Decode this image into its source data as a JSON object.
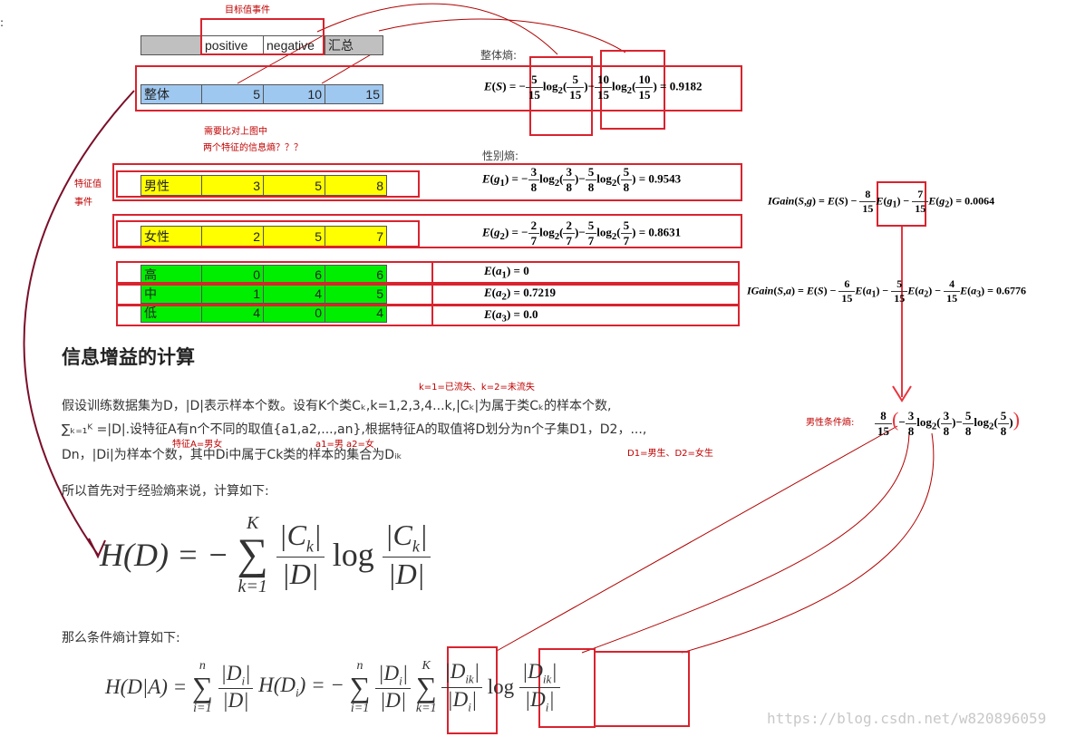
{
  "annotations": {
    "target_event": "目标值事件",
    "compare_note_1": "需要比对上图中",
    "compare_note_2": "两个特征的信息熵？？？",
    "feature_event_1": "特征值",
    "feature_event_2": "事件",
    "k_note": "k=1=已流失、k=2=未流失",
    "feature_a": "特征A=男女",
    "a_values": "a1=男 a2=女",
    "d_values": "D1=男生、D2=女生",
    "overall_entropy": "整体熵:",
    "gender_entropy": "性别熵:",
    "male_conditional": "男性条件熵:"
  },
  "table": {
    "headers": [
      "positive",
      "negative",
      "汇总"
    ],
    "overall": {
      "label": "整体",
      "values": [
        "5",
        "10",
        "15"
      ]
    },
    "gender": [
      {
        "label": "男性",
        "values": [
          "3",
          "5",
          "8"
        ]
      },
      {
        "label": "女性",
        "values": [
          "2",
          "5",
          "7"
        ]
      }
    ],
    "level": [
      {
        "label": "高",
        "values": [
          "0",
          "6",
          "6"
        ]
      },
      {
        "label": "中",
        "values": [
          "1",
          "4",
          "5"
        ]
      },
      {
        "label": "低",
        "values": [
          "4",
          "0",
          "4"
        ]
      }
    ]
  },
  "formulas": {
    "es_result": "= 0.9182",
    "eg1_result": "= 0.9543",
    "eg2_result": "= 0.8631",
    "ea1": "= 0",
    "ea2": "= 0.7219",
    "ea3": "= 0.0",
    "gain_g_result": "= 0.0064",
    "gain_a_result": "= 0.6776"
  },
  "article": {
    "heading": "信息增益的计算",
    "p1": "假设训练数据集为D，|D|表示样本个数。设有K个类Cₖ,k=1,2,3,4...k,|Cₖ|为属于类Cₖ的样本个数,",
    "p2": "∑ₖ₌₁ᴷ =|D|.设特征A有n个不同的取值{a1,a2,...,an},根据特征A的取值将D划分为n个子集D1，D2，...,",
    "p3": "Dn，|Di|为样本个数，其中Di中属于Ck类的样本的集合为Dᵢₖ",
    "p4": "所以首先对于经验熵来说，计算如下:",
    "p5": "那么条件熵计算如下:"
  },
  "watermark": "https://blog.csdn.net/w820896059"
}
